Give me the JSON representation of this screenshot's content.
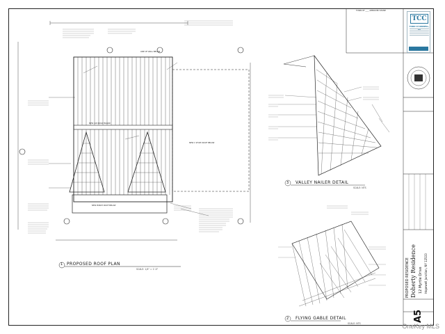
{
  "sheet": {
    "approval_note": "TOWN OF ____ APPROVED STAMP",
    "project_label": "PROPOSED RESIDENCE",
    "project_name": "Doherty Residence",
    "project_address": "12 Myrtle Drive",
    "project_town": "Hopewell Junction, NY 12533",
    "sheet_number": "A5"
  },
  "firm": {
    "logo_text": "TCC",
    "name": "TODD O'CONNELL, RA"
  },
  "details": [
    {
      "number": "1",
      "title": "PROPOSED ROOF PLAN",
      "scale": "SCALE: 1/4\" = 1'-0\""
    },
    {
      "number": "3",
      "title": "VALLEY NAILER DETAIL",
      "scale": "SCALE: NTS"
    },
    {
      "number": "2",
      "title": "FLYING GABLE DETAIL",
      "scale": "SCALE: NTS"
    }
  ],
  "plan_labels": {
    "roof_2story": "NEW 1 STORY ROOF BELOW",
    "porch_roof": "NEW PORCH ROOF BELOW",
    "hip_label": "NEW 2x8 RIDGE BOARD",
    "gable_label": "LINE OF WALL BELOW"
  },
  "watermark": "OneKey MLS"
}
